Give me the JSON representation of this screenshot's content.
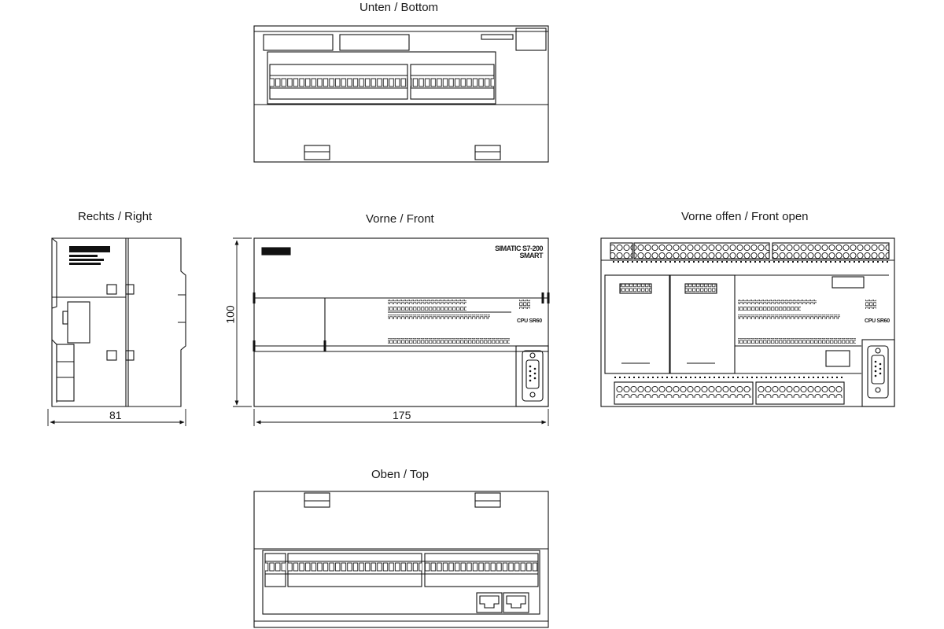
{
  "views": {
    "bottom": {
      "title": "Unten / Bottom"
    },
    "right": {
      "title": "Rechts / Right",
      "width_dim": "81"
    },
    "front": {
      "title": "Vorne / Front",
      "height_dim": "100",
      "width_dim": "175",
      "brand_line1": "SIMATIC S7-200",
      "brand_line2": "SMART",
      "model": "CPU SR60"
    },
    "front_open": {
      "title": "Vorne offen / Front open",
      "model": "CPU SR60"
    },
    "top": {
      "title": "Oben / Top"
    }
  }
}
